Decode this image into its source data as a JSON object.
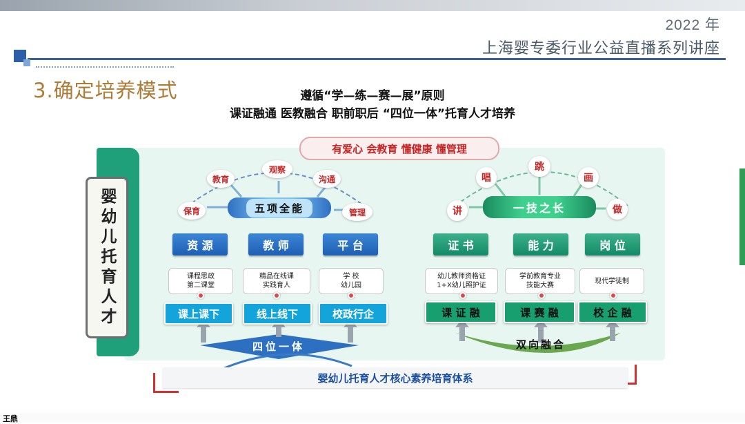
{
  "header": {
    "year": "2022 年",
    "title": "上海婴专委行业公益直播系列讲座"
  },
  "section_title": "3.确定培养模式",
  "subtitle": {
    "line1": "遵循“学—练—赛—展”原则",
    "line2": "课证融通 医教融合 职前职后 “四位一体”托育人才培养"
  },
  "left_label": "婴幼儿托育人才",
  "top_banner": "有爱心 会教育 懂健康 懂管理",
  "left_group": {
    "center_pill": "五项全能",
    "arc_items": [
      "保育",
      "教育",
      "观察",
      "沟通",
      "管理"
    ],
    "columns": [
      {
        "header": "资 源",
        "card_line1": "课程思政",
        "card_line2": "第二课堂",
        "button": "课上课下"
      },
      {
        "header": "教 师",
        "card_line1": "精品在线课",
        "card_line2": "实践育人",
        "button": "线上线下"
      },
      {
        "header": "平 台",
        "card_line1": "学 校",
        "card_line2": "幼儿园",
        "button": "校政行企"
      }
    ],
    "base_label": "四位一体"
  },
  "right_group": {
    "center_pill": "一技之长",
    "arc_items": [
      "讲",
      "唱",
      "跳",
      "画",
      "做"
    ],
    "columns": [
      {
        "header": "证 书",
        "card_line1": "幼儿教师资格证",
        "card_line2": "1+X幼儿照护证",
        "button": "课 证 融"
      },
      {
        "header": "能 力",
        "card_line1": "学前教育专业",
        "card_line2": "技能大赛",
        "button": "课 赛 融"
      },
      {
        "header": "岗 位",
        "card_line1": "现代学徒制",
        "card_line2": "",
        "button": "校 企 融"
      }
    ],
    "base_label": "双向融合"
  },
  "bottom_bar": "婴幼儿托育人才核心素养培育体系",
  "footer_mark": "王鼎",
  "colors": {
    "blue": "#1e5fb3",
    "green": "#138a66",
    "red": "#c42626",
    "bg": "#e8f6f1"
  }
}
